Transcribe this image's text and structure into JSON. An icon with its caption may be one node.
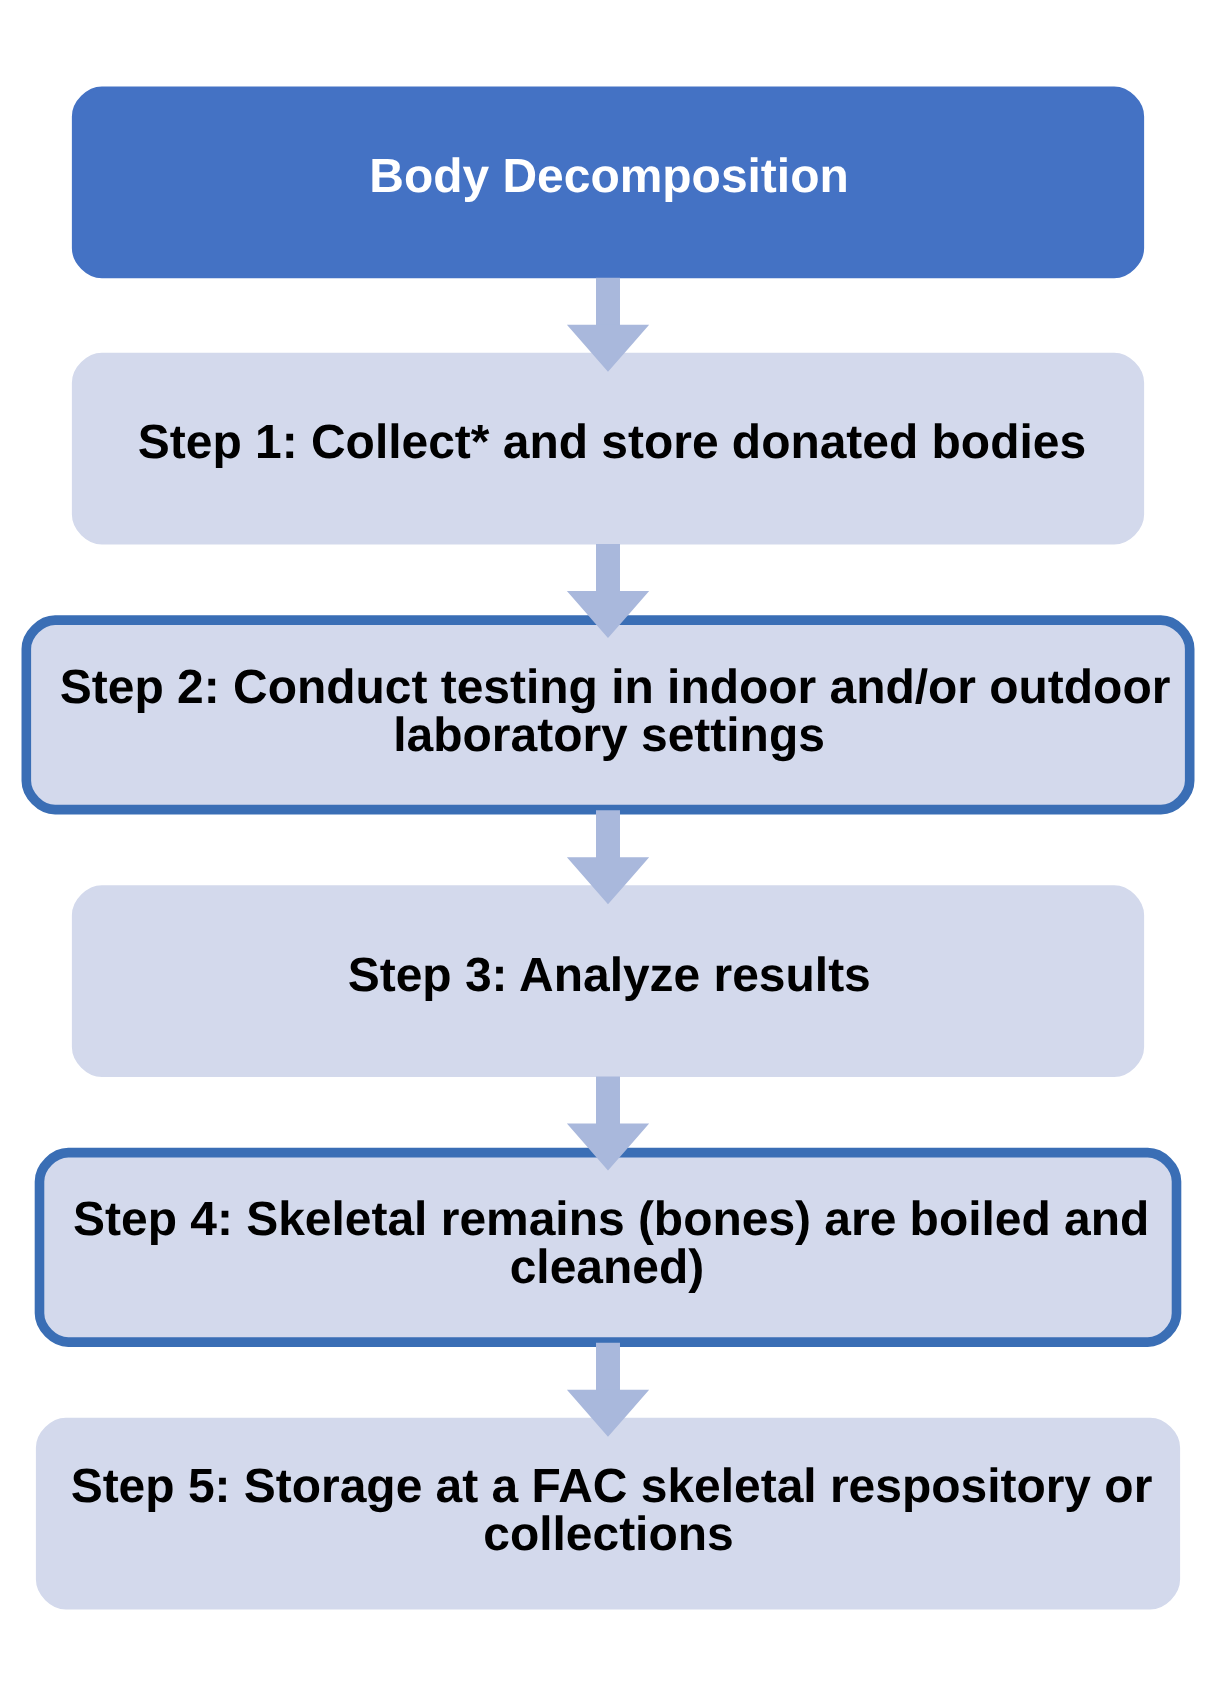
{
  "diagram": {
    "nodes": [
      {
        "text": [
          "Body Decomposition"
        ]
      },
      {
        "text": [
          "Step 1: Collect* and store donated bodies"
        ]
      },
      {
        "text": [
          "Step 2: Conduct testing in indoor and/or outdoor laboratory settings"
        ]
      },
      {
        "text": [
          "Step 3: Analyze results"
        ]
      },
      {
        "text": [
          "Step 4: Skeletal remains (bones) are boiled and cleaned)"
        ]
      },
      {
        "text": [
          "Step 5: Storage at a FAC skeletal respository or collections"
        ]
      }
    ],
    "edges": [
      {
        "from": 0,
        "to": 1,
        "arrow": "to"
      },
      {
        "from": 1,
        "to": 2,
        "arrow": "to"
      },
      {
        "from": 2,
        "to": 3,
        "arrow": "to"
      },
      {
        "from": 3,
        "to": 4,
        "arrow": "to"
      },
      {
        "from": 4,
        "to": 5,
        "arrow": "to"
      }
    ]
  }
}
